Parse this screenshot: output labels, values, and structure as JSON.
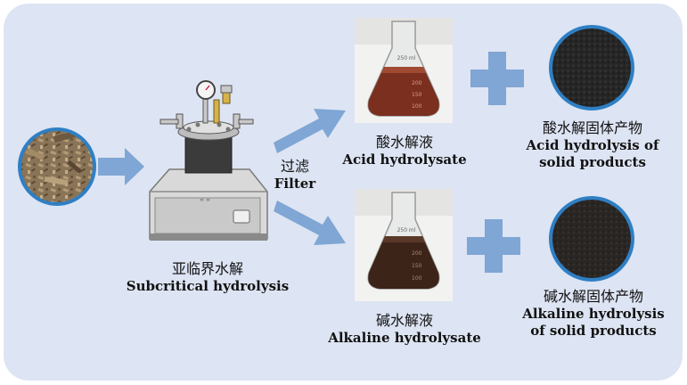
{
  "colors": {
    "panel": "#dde4f3",
    "arrow": "#7fa6d4",
    "circle_border": "#2e7fc4",
    "raw_material": "#8a7457",
    "solid_product": "#262626",
    "acid_liquid": "#7a2f1f",
    "alkaline_liquid": "#3d2418"
  },
  "raw_material": {
    "icon": "biomass-photo"
  },
  "reactor": {
    "icon": "subcritical-reactor",
    "label_zh": "亚临界水解",
    "label_en": "Subcritical hydrolysis"
  },
  "filter": {
    "label_zh": "过滤",
    "label_en": "Filter"
  },
  "acid": {
    "flask_marks": [
      "250 ml",
      "200",
      "150",
      "100"
    ],
    "label_zh": "酸水解液",
    "label_en": "Acid hydrolysate",
    "solid_zh": "酸水解固体产物",
    "solid_en_1": "Acid hydrolysis of",
    "solid_en_2": "solid products"
  },
  "alkaline": {
    "flask_marks": [
      "250 ml",
      "200",
      "150",
      "100"
    ],
    "label_zh": "碱水解液",
    "label_en": "Alkaline hydrolysate",
    "solid_zh": "碱水解固体产物",
    "solid_en_1": "Alkaline hydrolysis",
    "solid_en_2": "of solid products"
  }
}
